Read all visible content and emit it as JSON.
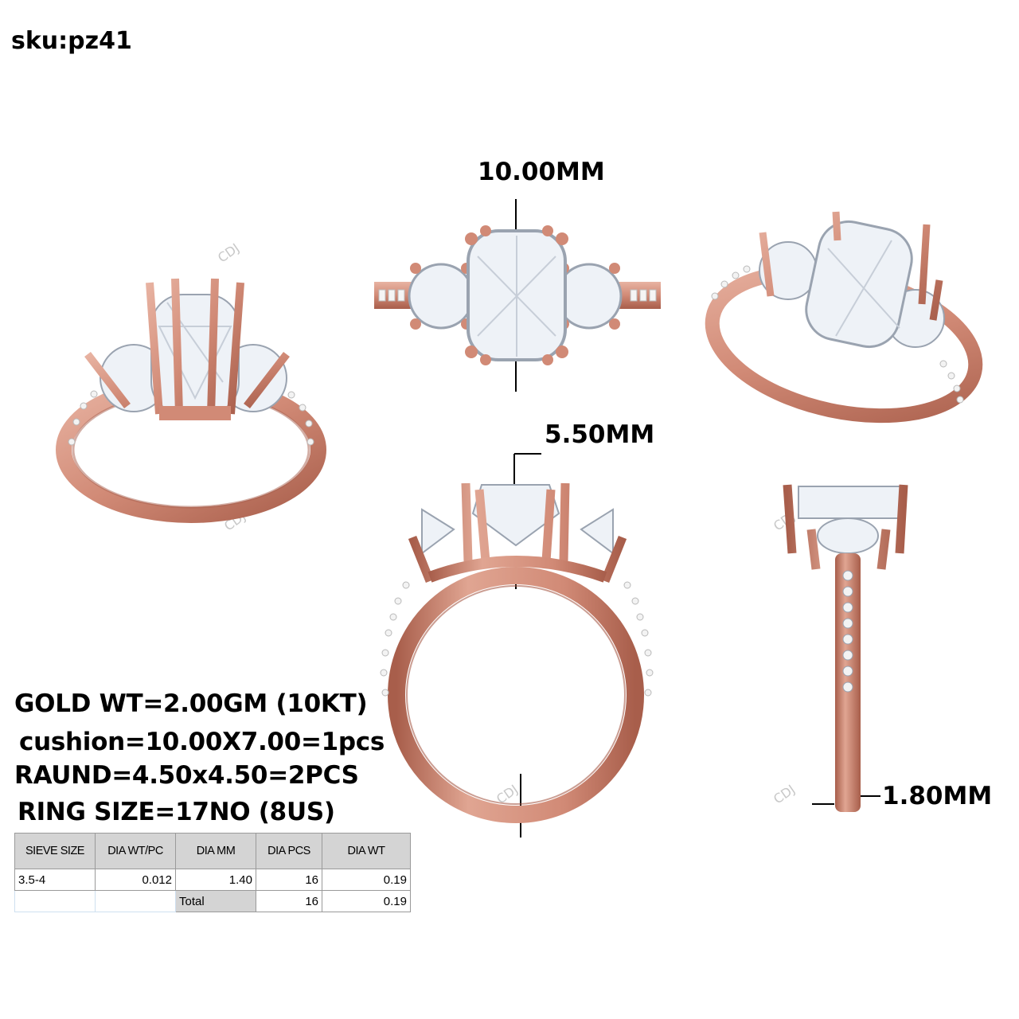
{
  "sku": "sku:pz41",
  "dimensions": {
    "top_length": "10.00MM",
    "height": "5.50MM",
    "band_width": "1.80MM"
  },
  "watermark": "CDJ",
  "specs": [
    "GOLD WT=2.00GM (10KT)",
    "cushion=10.00X7.00=1pcs",
    "RAUND=4.50x4.50=2PCS",
    "RING SIZE=17NO (8US)"
  ],
  "sieve_table": {
    "headers": [
      "SIEVE SIZE",
      "DIA WT/PC",
      "DIA MM",
      "DIA PCS",
      "DIA WT"
    ],
    "rows": [
      [
        "3.5-4",
        "0.012",
        "1.40",
        "16",
        "0.19"
      ]
    ],
    "total": {
      "label": "Total",
      "pcs": "16",
      "wt": "0.19"
    }
  },
  "colors": {
    "metal": "#d18a76",
    "metal_dark": "#a85e4b",
    "metal_light": "#e8b3a2",
    "stone": "#eef2f7",
    "stone_edge": "#9aa3b0"
  }
}
